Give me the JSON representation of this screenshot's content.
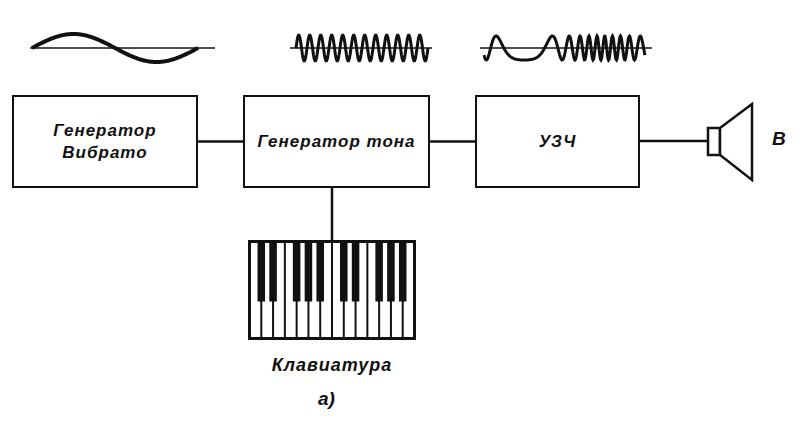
{
  "diagram": {
    "nodes": [
      {
        "text": [
          "Генератор Вибрато"
        ]
      },
      {
        "text": [
          "Генератор тона"
        ]
      },
      {
        "text": [
          "УЗЧ"
        ]
      },
      {
        "text": [
          "Клавиатура"
        ]
      }
    ],
    "edges": [
      {
        "from": 0,
        "to": 1,
        "arrow": "none"
      },
      {
        "from": 1,
        "to": 2,
        "arrow": "none"
      },
      {
        "from": 1,
        "to": 3,
        "arrow": "none"
      }
    ],
    "labels": [
      "В",
      "а)"
    ]
  }
}
